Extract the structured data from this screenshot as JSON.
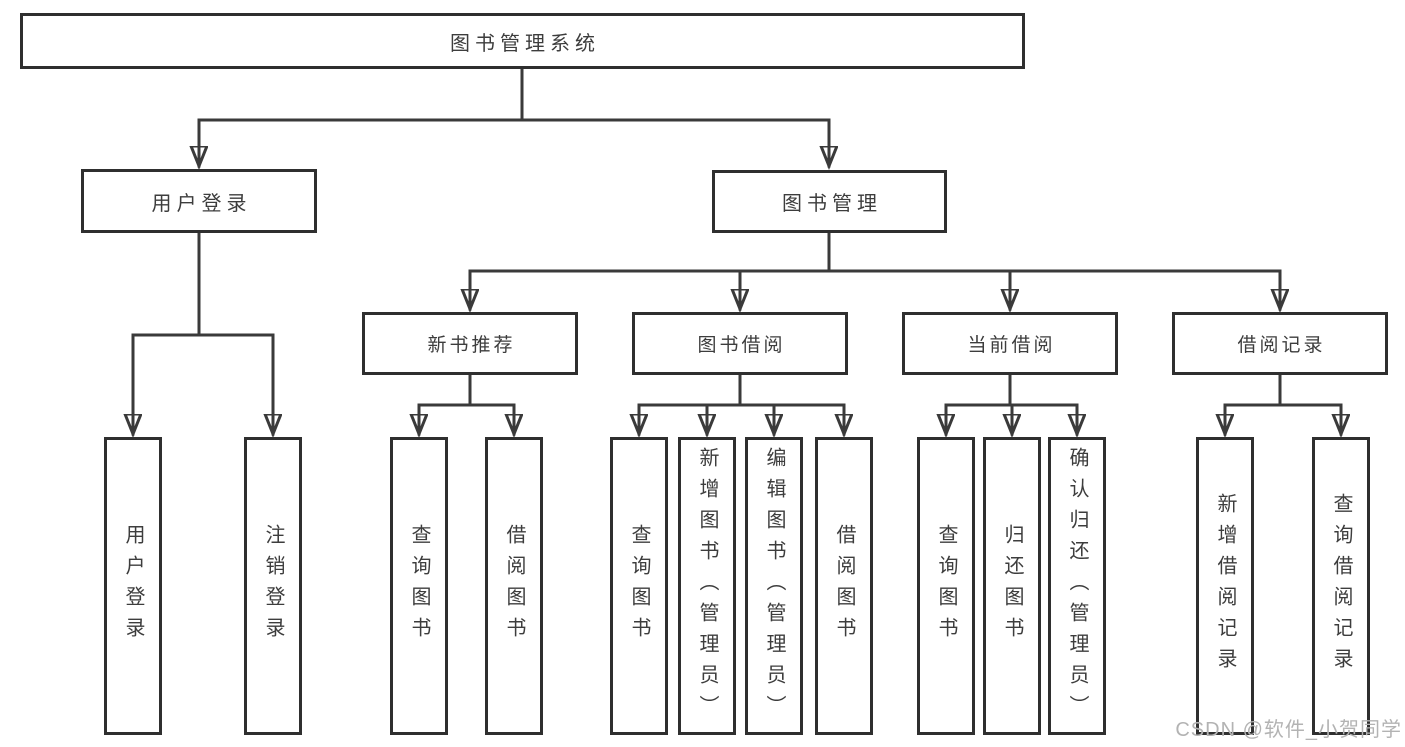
{
  "diagram": {
    "root": {
      "label": "图书管理系统"
    },
    "branches": [
      {
        "label": "用户登录",
        "children": [
          {
            "label": "用户登录"
          },
          {
            "label": "注销登录"
          }
        ]
      },
      {
        "label": "图书管理",
        "groups": [
          {
            "label": "新书推荐",
            "children": [
              {
                "label": "查询图书"
              },
              {
                "label": "借阅图书"
              }
            ]
          },
          {
            "label": "图书借阅",
            "children": [
              {
                "label": "查询图书"
              },
              {
                "label": "新增图书（管理员）"
              },
              {
                "label": "编辑图书（管理员）"
              },
              {
                "label": "借阅图书"
              }
            ]
          },
          {
            "label": "当前借阅",
            "children": [
              {
                "label": "查询图书"
              },
              {
                "label": "归还图书"
              },
              {
                "label": "确认归还（管理员）"
              }
            ]
          },
          {
            "label": "借阅记录",
            "children": [
              {
                "label": "新增借阅记录"
              },
              {
                "label": "查询借阅记录"
              }
            ]
          }
        ]
      }
    ]
  },
  "watermark": {
    "text": "CSDN @软件_小贺同学"
  },
  "colors": {
    "line": "#3a3a3a",
    "box_border": "#2f2f2f",
    "text": "#3d3d3d",
    "background": "#ffffff",
    "watermark": "#b3b3b3"
  }
}
